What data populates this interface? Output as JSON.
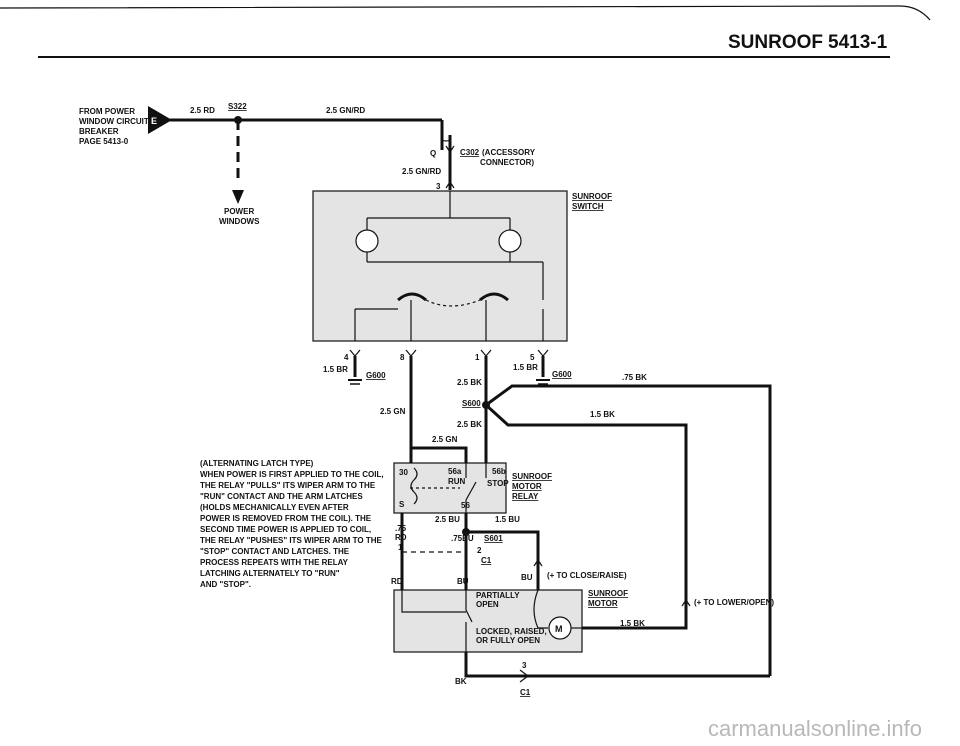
{
  "header": {
    "title": "SUNROOF",
    "page_number": "5413-1"
  },
  "source": {
    "line1": "FROM POWER",
    "line2": "WINDOW CIRCUIT",
    "line3": "BREAKER",
    "line4": "PAGE 5413-0",
    "badge": "E"
  },
  "wires": {
    "rd25": "2.5 RD",
    "gnrd25_top": "2.5 GN/RD",
    "gnrd25_mid": "2.5 GN/RD",
    "br15_left": "1.5 BR",
    "br15_right": "1.5 BR",
    "gn25_left": "2.5 GN",
    "gn25_relay": "2.5 GN",
    "bk25_a": "2.5 BK",
    "bk25_b": "2.5 BK",
    "bk75": ".75 BK",
    "bk15_mid": "1.5 BK",
    "bk15_motor": "1.5 BK",
    "bu25": "2.5 BU",
    "bu15": "1.5 BU",
    "bu75": ".75BU",
    "rd75_a": ".75",
    "rd75_b": "RD",
    "rd": "RD",
    "bu_a": "BU",
    "bu_b": "BU",
    "bk": "BK"
  },
  "splices": {
    "s322": "S322",
    "s600": "S600",
    "s601": "S601"
  },
  "grounds": {
    "g600_left": "G600",
    "g600_right": "G600"
  },
  "connectors": {
    "c302": "C302",
    "c302_desc1": "(ACCESSORY",
    "c302_desc2": "CONNECTOR)",
    "c302_pin_q": "Q",
    "c302_pin_3": "3",
    "c1_a": "C1",
    "c1_b": "C1",
    "c1_pin_2": "2",
    "c1_pin_3": "3"
  },
  "power_windows": {
    "line1": "POWER",
    "line2": "WINDOWS"
  },
  "switch": {
    "line1": "SUNROOF",
    "line2": "SWITCH",
    "pin4": "4",
    "pin8": "8",
    "pin1": "1",
    "pin5": "5"
  },
  "relay": {
    "line1": "SUNROOF",
    "line2": "MOTOR",
    "line3": "RELAY",
    "pin30": "30",
    "pin56a": "56a",
    "pin56b": "56b",
    "pin_s": "S",
    "pin56": "56",
    "run": "RUN",
    "stop": "STOP",
    "pin1": "1"
  },
  "motor": {
    "line1": "SUNROOF",
    "line2": "MOTOR",
    "partially1": "PARTIALLY",
    "partially2": "OPEN",
    "locked1": "LOCKED, RAISED,",
    "locked2": "OR FULLY OPEN",
    "m": "M"
  },
  "notes": {
    "close_raise": "(+ TO CLOSE/RAISE)",
    "lower_open": "(+ TO LOWER/OPEN)"
  },
  "description": [
    "(ALTERNATING LATCH TYPE)",
    "WHEN POWER IS FIRST APPLIED TO THE COIL,",
    "THE RELAY \"PULLS\" ITS WIPER ARM TO THE",
    "\"RUN\" CONTACT AND THE ARM LATCHES",
    "(HOLDS MECHANICALLY EVEN AFTER",
    "POWER IS REMOVED FROM THE COIL). THE",
    "SECOND TIME POWER IS APPLIED TO COIL,",
    "THE RELAY \"PUSHES\" ITS WIPER ARM TO THE",
    "\"STOP\" CONTACT AND LATCHES. THE",
    "PROCESS REPEATS WITH THE RELAY",
    "LATCHING ALTERNATELY TO \"RUN\"",
    "AND \"STOP\"."
  ],
  "watermark": "carmanualsonline.info"
}
